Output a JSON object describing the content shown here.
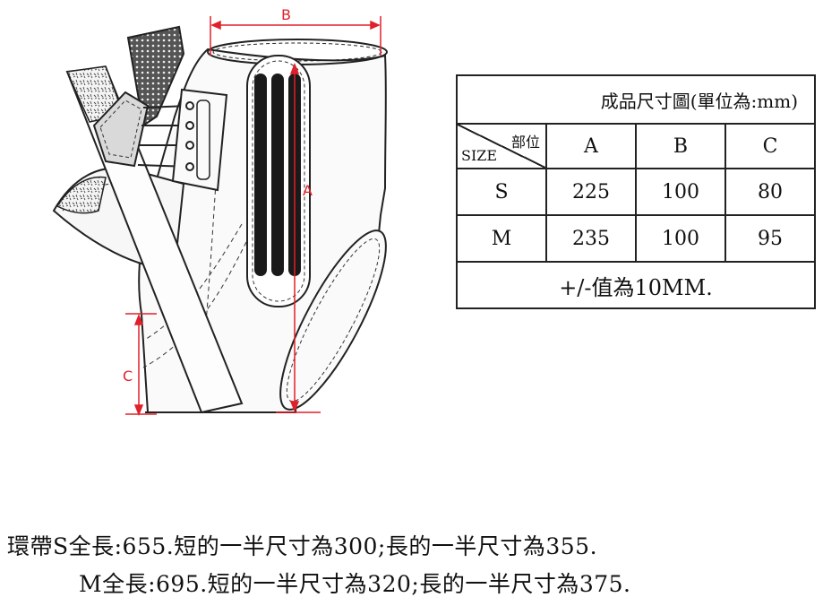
{
  "diagram": {
    "dim_labels": {
      "a": "A",
      "b": "B",
      "c": "C"
    },
    "colors": {
      "line": "#222222",
      "dimension": "#e0202a",
      "strap_fill": "#dddddd",
      "velcro": "#f2f2f2"
    }
  },
  "size_table": {
    "title": "成品尺寸圖(單位為:mm)",
    "corner_top": "部位",
    "corner_bottom": "SIZE",
    "columns": [
      "A",
      "B",
      "C"
    ],
    "rows": [
      {
        "size": "S",
        "values": [
          "225",
          "100",
          "80"
        ]
      },
      {
        "size": "M",
        "values": [
          "235",
          "100",
          "95"
        ]
      }
    ],
    "note": "+/-值為10MM."
  },
  "notes": [
    "環帶S全長:655.短的一半尺寸為300;長的一半尺寸為355.",
    "M全長:695.短的一半尺寸為320;長的一半尺寸為375."
  ]
}
